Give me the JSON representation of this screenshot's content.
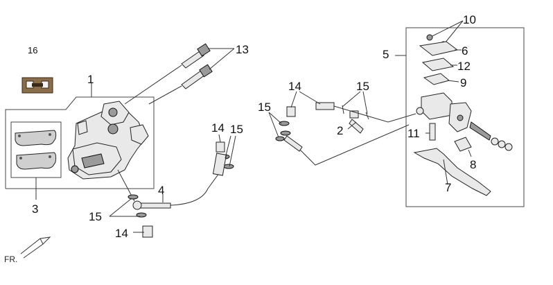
{
  "callouts": {
    "c1": "1",
    "c2": "2",
    "c3": "3",
    "c4": "4",
    "c5": "5",
    "c6": "6",
    "c7": "7",
    "c8": "8",
    "c9": "9",
    "c10": "10",
    "c11": "11",
    "c12": "12",
    "c13": "13",
    "c14a": "14",
    "c14b": "14",
    "c14c": "14",
    "c15a": "15",
    "c15b": "15",
    "c15c": "15",
    "c15d": "15",
    "c16": "16"
  },
  "direction_marker": "FR."
}
